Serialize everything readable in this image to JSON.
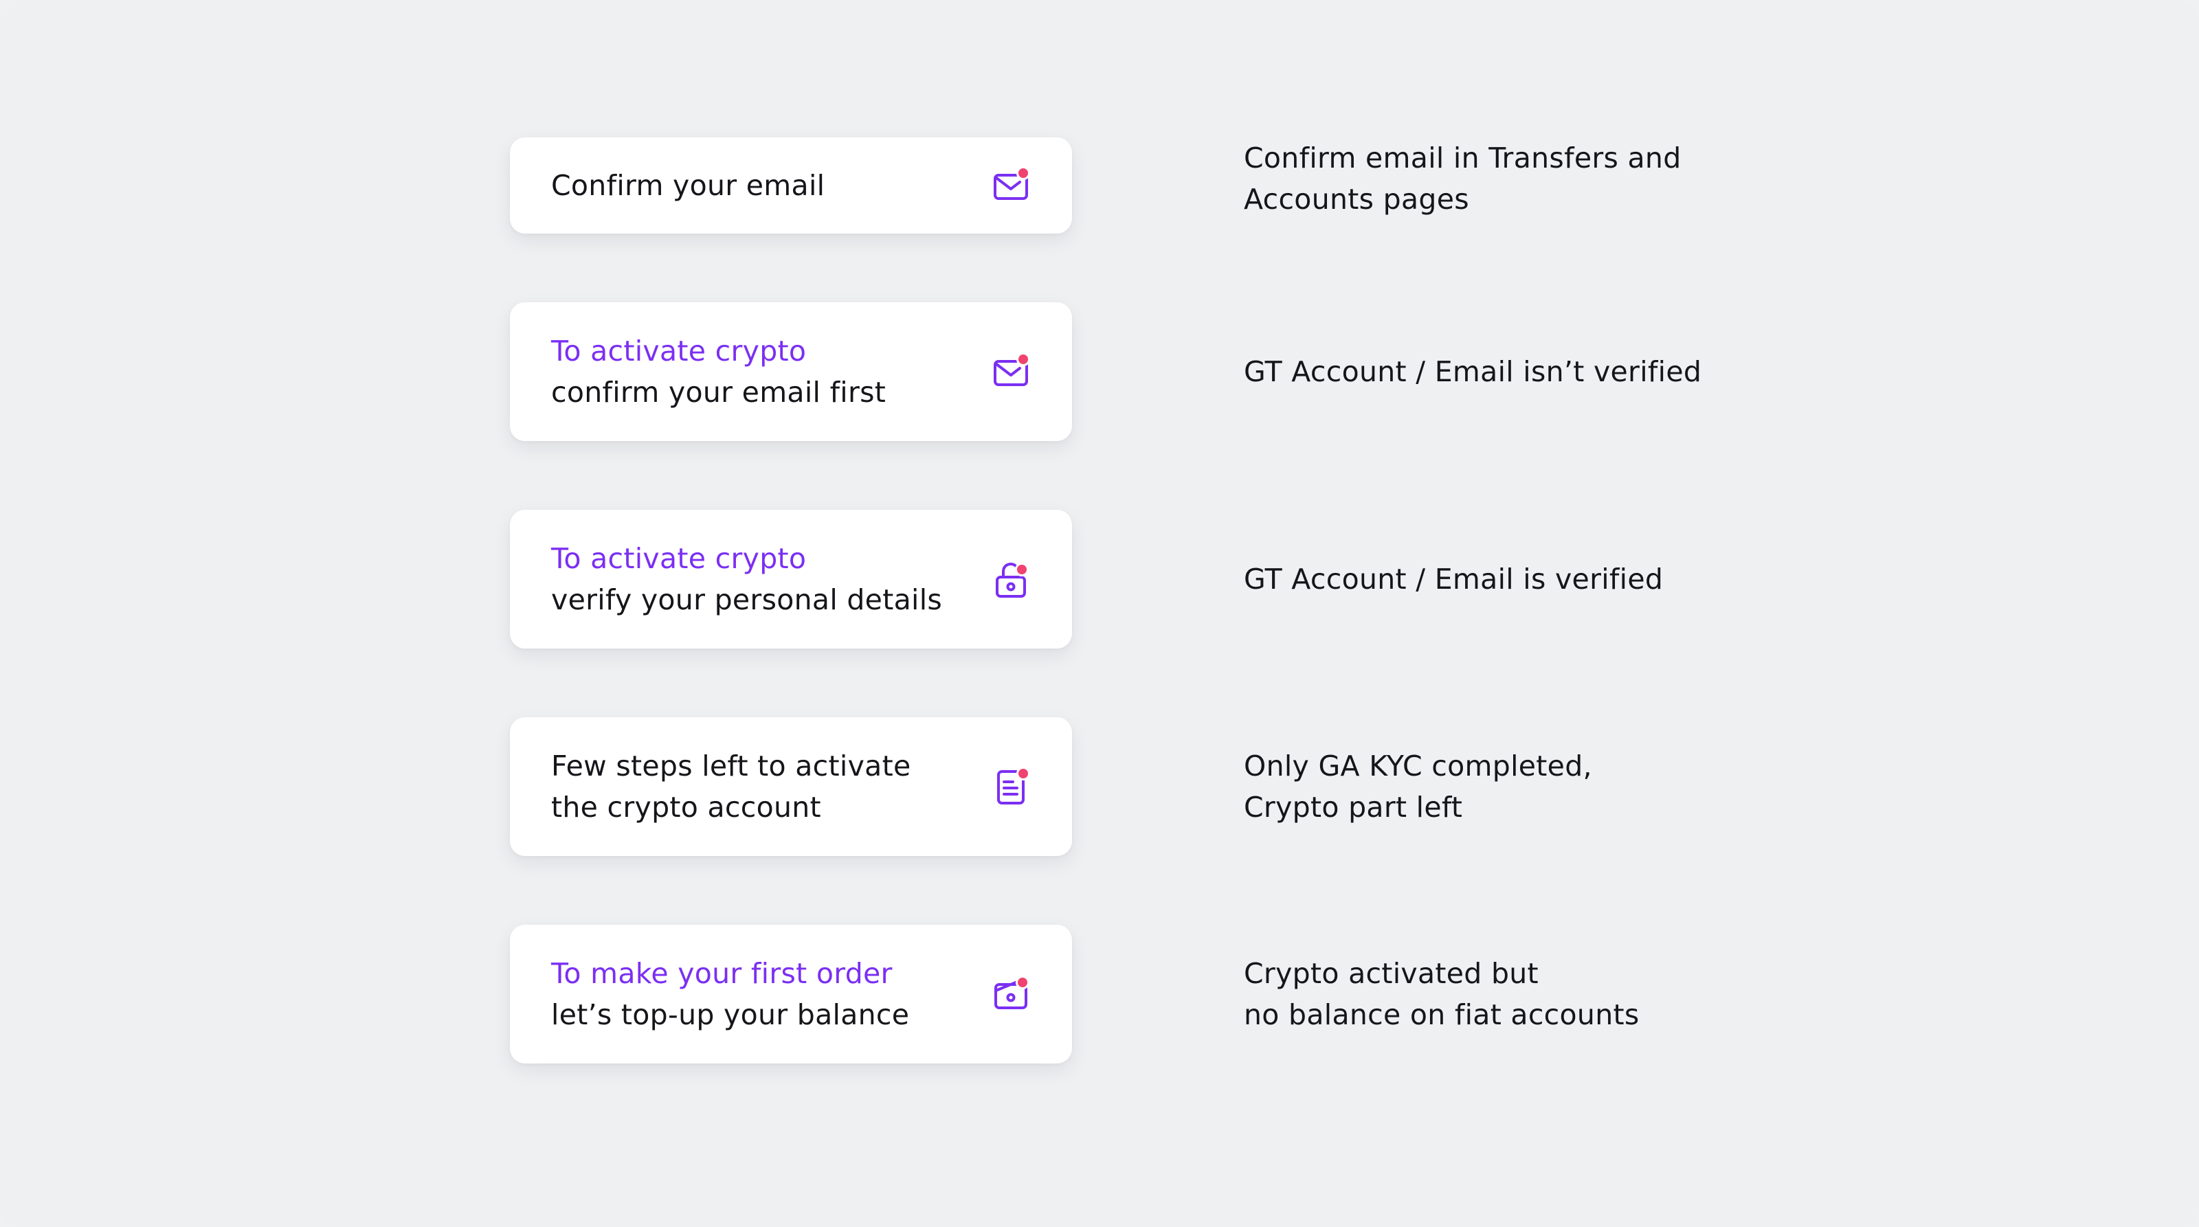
{
  "colors": {
    "background": "#eff0f2",
    "card": "#ffffff",
    "accent": "#7b2ff2",
    "badge": "#f0436f",
    "text": "#15151a"
  },
  "rows": [
    {
      "card": {
        "accent": "",
        "main": "Confirm your email",
        "icon": "envelope-icon"
      },
      "note": [
        "Confirm email in Transfers and",
        "Accounts pages"
      ]
    },
    {
      "card": {
        "accent": "To activate crypto",
        "main": "confirm your email first",
        "icon": "envelope-icon"
      },
      "note": [
        "GT Account / Email isn’t verified"
      ]
    },
    {
      "card": {
        "accent": "To activate crypto",
        "main": "verify your personal details",
        "icon": "unlock-icon"
      },
      "note": [
        "GT Account / Email is verified"
      ]
    },
    {
      "card": {
        "accent": "",
        "main": "Few steps left to activate",
        "main2": "the crypto account",
        "icon": "document-icon"
      },
      "note": [
        "Only GA KYC completed,",
        "Crypto part left"
      ]
    },
    {
      "card": {
        "accent": "To make your first order",
        "main": "let’s top-up your balance",
        "icon": "wallet-icon"
      },
      "note": [
        "Crypto activated but",
        "no balance on fiat accounts"
      ]
    }
  ]
}
